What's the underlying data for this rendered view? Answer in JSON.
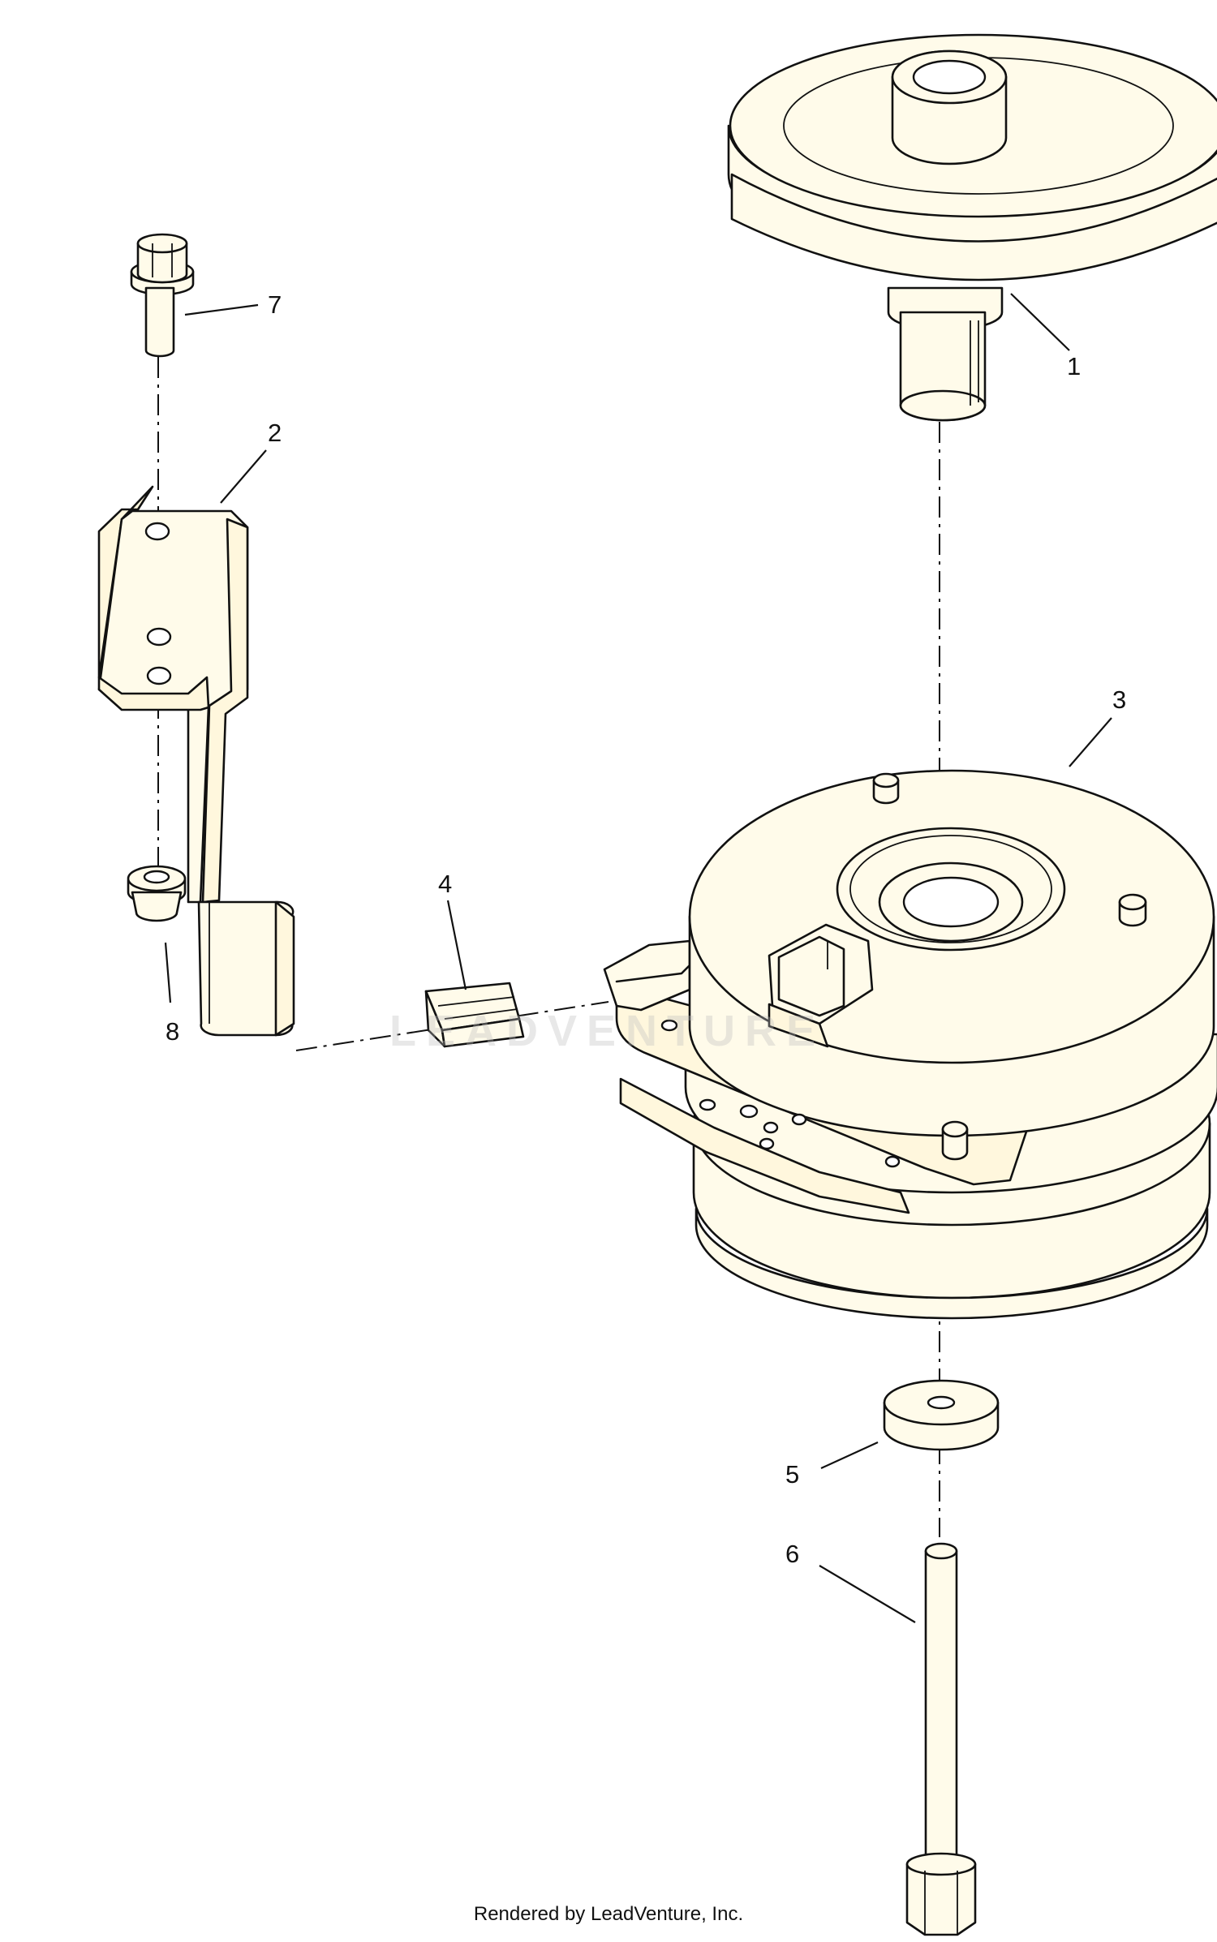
{
  "diagram": {
    "callouts": [
      "1",
      "2",
      "3",
      "4",
      "5",
      "6",
      "7",
      "8"
    ],
    "watermark": "LEADVENTURE",
    "footer": "Rendered by LeadVenture, Inc."
  },
  "colors": {
    "part_fill": "#fffbea",
    "line": "#111111",
    "background": "#ffffff"
  }
}
